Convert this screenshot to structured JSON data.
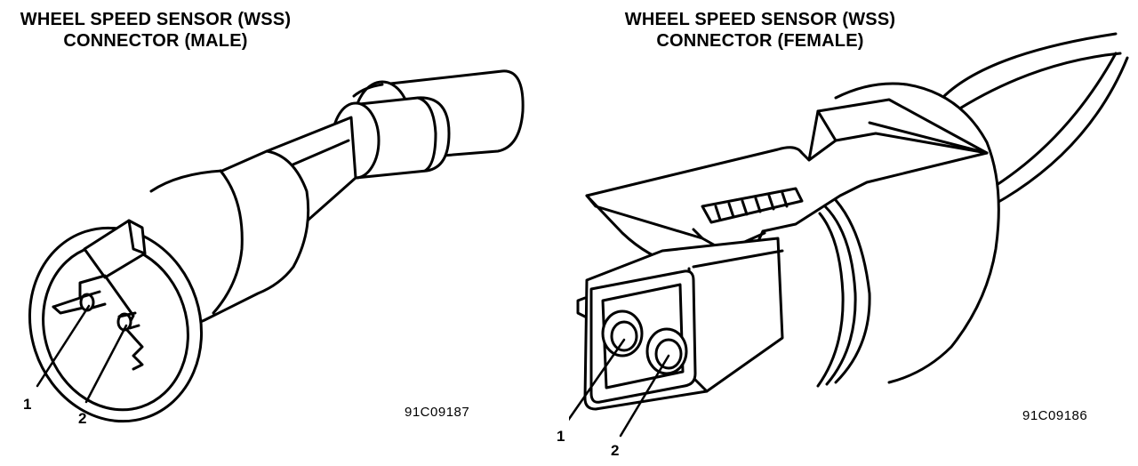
{
  "male": {
    "title_line1": "WHEEL SPEED SENSOR (WSS)",
    "title_line2": "CONNECTOR (MALE)",
    "callout_1": "1",
    "callout_2": "2",
    "figure_code": "91C09187"
  },
  "female": {
    "title_line1": "WHEEL SPEED SENSOR (WSS)",
    "title_line2": "CONNECTOR (FEMALE)",
    "callout_1": "1",
    "callout_2": "2",
    "figure_code": "91C09186"
  }
}
